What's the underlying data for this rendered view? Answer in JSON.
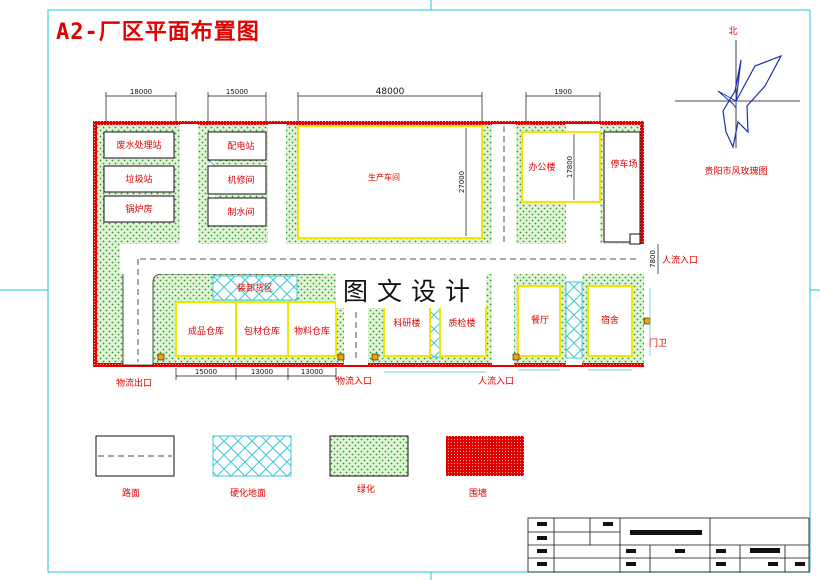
{
  "drawing": {
    "title": "A2-厂区平面布置图",
    "watermark": "图文设计"
  },
  "compass": {
    "north_label": "北",
    "caption": "贵阳市风玫瑰图"
  },
  "buildings": {
    "wastewater": "废水处理站",
    "garbage": "垃圾站",
    "boiler": "锅炉房",
    "power": "配电站",
    "repair": "机修间",
    "water": "制水间",
    "workshop": "生产车间",
    "office": "办公楼",
    "parking": "停车场",
    "loading": "装卸货区",
    "finished_goods": "成品仓库",
    "packaging": "包材仓库",
    "materials": "物料仓库",
    "research": "科研楼",
    "qc": "质检楼",
    "canteen": "餐厅",
    "dorm": "宿舍"
  },
  "dimensions": {
    "d1": "18000",
    "d2": "15000",
    "d3": "48000",
    "d4": "1900",
    "workshop_depth": "27000",
    "office_depth": "17800",
    "road_width": "7800",
    "b1": "15000",
    "b2": "13000",
    "b3": "13000"
  },
  "gates": {
    "logistics_exit": "物流出口",
    "logistics_entry": "物流入口",
    "people_entry_bottom": "人流入口",
    "people_entry_right": "人流入口",
    "guard": "门卫"
  },
  "legend": {
    "road": "路面",
    "paving": "硬化地面",
    "green": "绿化",
    "wall": "围墙"
  },
  "colors": {
    "wall": "#e00000",
    "green_fill": "#dff3d6",
    "green_dot": "#2e9a2e",
    "building_edge": "#f2e600",
    "paving_hatch": "#3cc8d8",
    "frame": "#22c4d8"
  }
}
